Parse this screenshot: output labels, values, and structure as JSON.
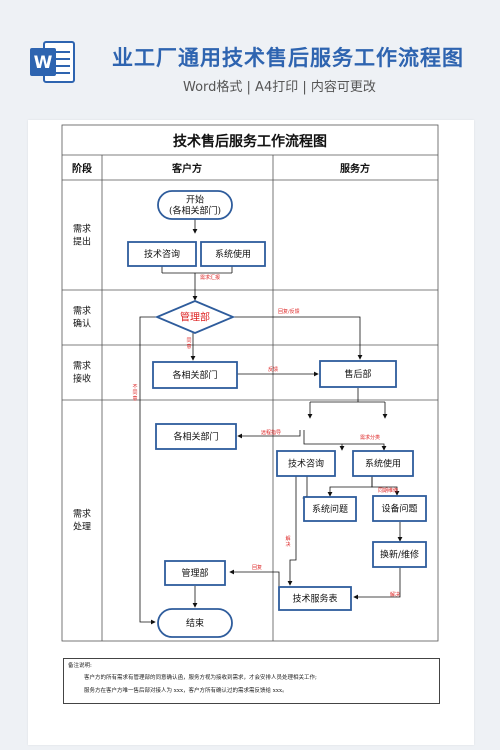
{
  "header": {
    "title": "业工厂通用技术售后服务工作流程图",
    "subtitle": "Word格式 | A4打印 | 内容可更改",
    "icon": "word-icon",
    "icon_letter": "W",
    "accent": "#2e64b0"
  },
  "chart": {
    "title": "技术售后服务工作流程图",
    "col_stage": "阶段",
    "col_client": "客户方",
    "col_service": "服务方",
    "stages": [
      "需求\n提出",
      "需求\n确认",
      "需求\n接收",
      "需求\n处理"
    ]
  },
  "nodes": {
    "start": "开始\n(各相关部门)",
    "tech_consult_1": "技术咨询",
    "system_use_1": "系统使用",
    "manager_1": "管理部",
    "dept_1": "各相关部门",
    "after_sales": "售后部",
    "dept_2": "各相关部门",
    "tech_consult_2": "技术咨询",
    "system_use_2": "系统使用",
    "system_problem": "系统问题",
    "device_problem": "设备问题",
    "repair": "换新/维修",
    "manager_2": "管理部",
    "service_table": "技术服务表",
    "end": "结束"
  },
  "edge_labels": {
    "demand_report": "需求汇报",
    "reply_feedback": "回复/反馈",
    "agree": "同意",
    "disagree": "不同意",
    "feedback": "反馈",
    "remote_guide": "远程指导",
    "demand_classify": "需求分类",
    "sync_repair": "同期维修",
    "solve": "解决",
    "reply": "回复",
    "solve_2": "解决"
  },
  "note": {
    "title": "备注说明:",
    "line1": "客户方的所有需求有管理部的同意确认函，服务方视为接收到需求，才会安排人员处理相关工作;",
    "line2": "服务方在客户方唯一售后部对接人为 xxx，客户方所有确认过的需求需反馈给 xxx。"
  },
  "colors": {
    "node_border": "#2e5c9c",
    "edge_label": "#d22"
  }
}
